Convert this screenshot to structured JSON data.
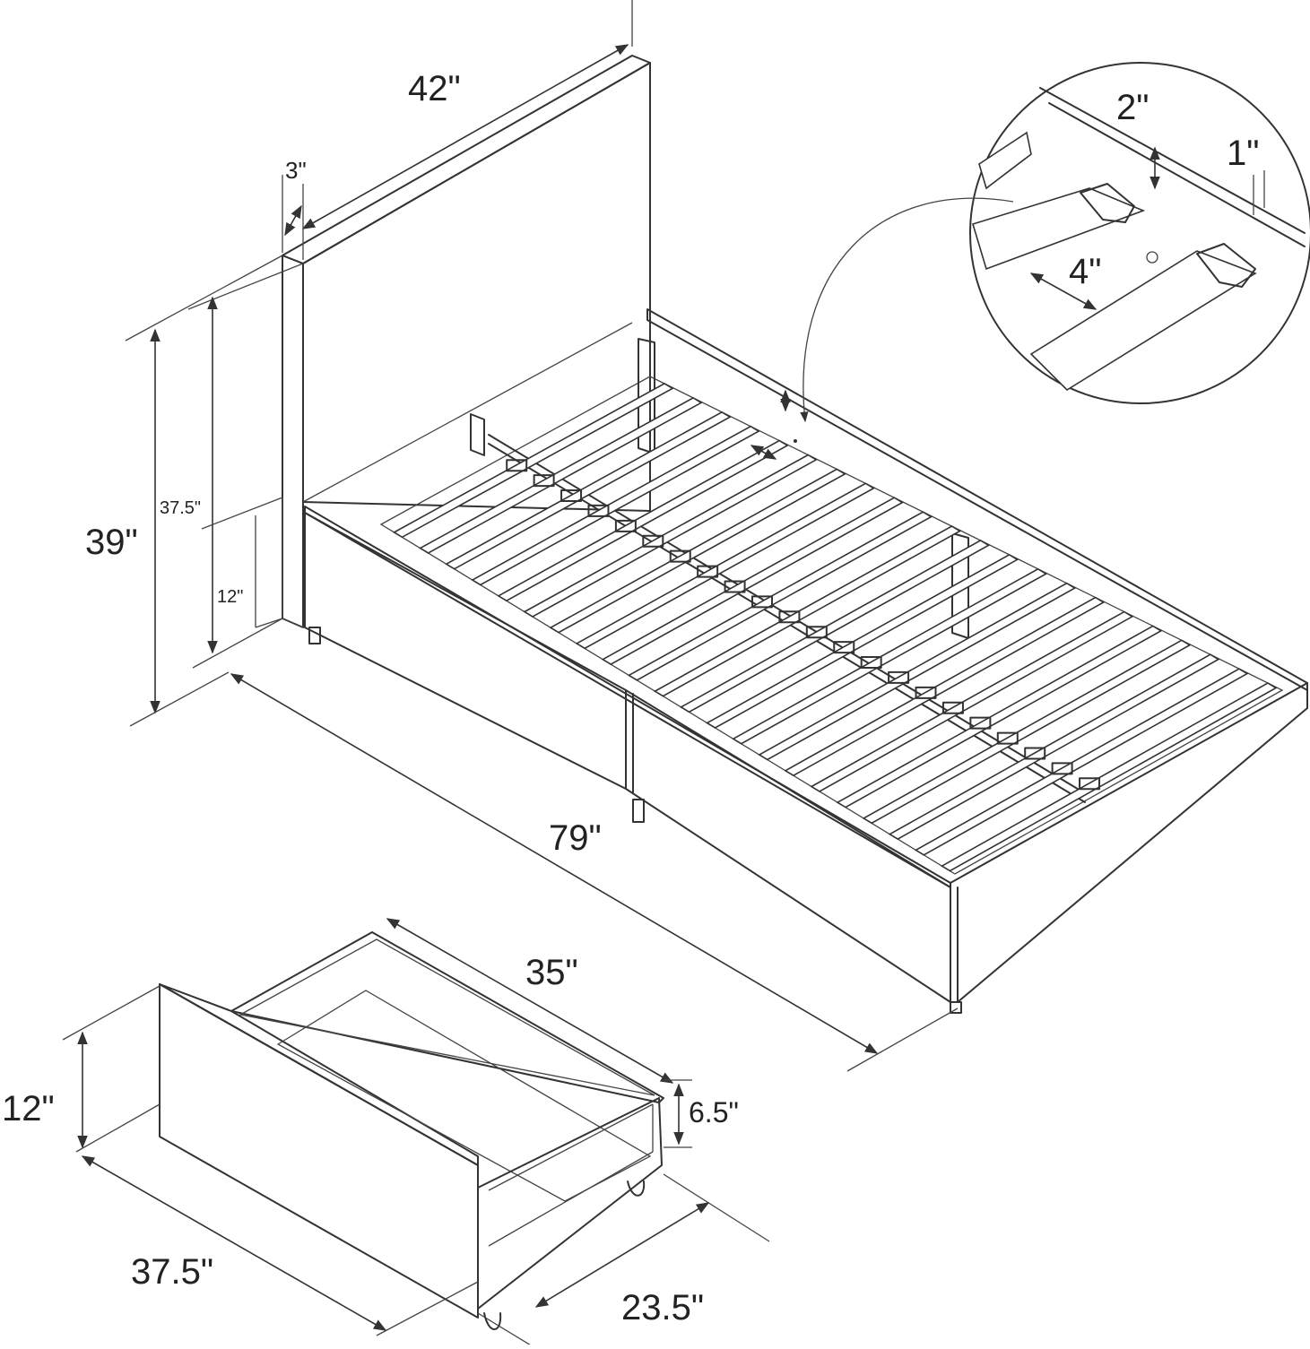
{
  "colors": {
    "line": "#333333",
    "background": "#ffffff",
    "text": "#222222"
  },
  "bed": {
    "headboard_width": "42\"",
    "headboard_thickness": "3\"",
    "total_height": "39\"",
    "headboard_height_from_floor": "37.5\"",
    "side_rail_height": "12\"",
    "length": "79\""
  },
  "detail": {
    "slat_gap": "2\"",
    "slat_thickness": "1\"",
    "slat_width": "4\""
  },
  "drawer": {
    "length": "35\"",
    "height": "12\"",
    "inner_depth": "6.5\"",
    "front_width": "37.5\"",
    "width": "23.5\""
  }
}
